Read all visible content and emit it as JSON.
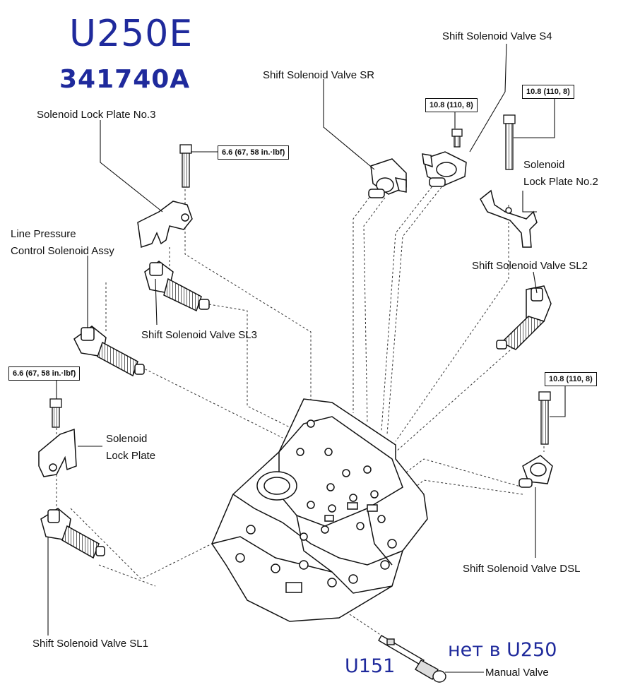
{
  "header": {
    "model": "U250E",
    "part_number": "341740A"
  },
  "labels": {
    "shift_solenoid_s4": "Shift Solenoid Valve S4",
    "shift_solenoid_sr": "Shift Solenoid Valve SR",
    "lock_plate_no3": "Solenoid Lock Plate No.3",
    "lock_plate_no2_line1": "Solenoid",
    "lock_plate_no2_line2": "Lock Plate No.2",
    "line_pressure_line1": "Line Pressure",
    "line_pressure_line2": "Control Solenoid Assy",
    "shift_solenoid_sl2": "Shift Solenoid Valve SL2",
    "shift_solenoid_sl3": "Shift Solenoid Valve SL3",
    "lock_plate_line1": "Solenoid",
    "lock_plate_line2": "Lock Plate",
    "shift_solenoid_dsl": "Shift Solenoid Valve DSL",
    "shift_solenoid_sl1": "Shift Solenoid Valve SL1",
    "manual_valve": "Manual Valve"
  },
  "torques": {
    "s4_bolt": "10.8 (110, 8)",
    "no2_bolt": "10.8 (110, 8)",
    "no3_bolt": "6.6 (67, 58 in.·lbf)",
    "lock_plate_bolt": "6.6 (67, 58 in.·lbf)",
    "dsl_bolt": "10.8 (110, 8)"
  },
  "notes": {
    "not_in_u250": "нет в U250",
    "u151": "U151"
  },
  "colors": {
    "annotation_blue": "#1f2a9c",
    "line": "#111111"
  }
}
